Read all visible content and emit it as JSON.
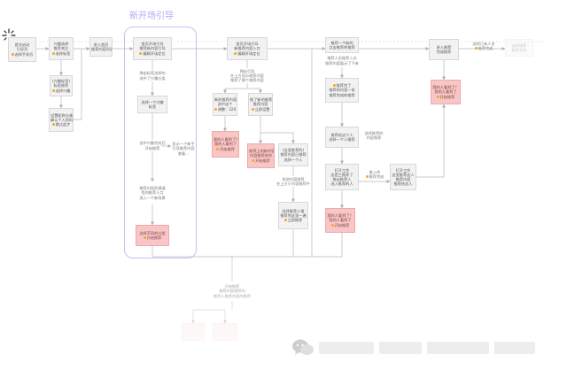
{
  "title": "新开场引导",
  "colors": {
    "accent": "#b9a4f4",
    "highlight": "#f8c6c6",
    "dot": "#f5a623",
    "line": "#b9b9b9",
    "box": "#f2f2f2"
  },
  "nodes": {
    "n1": {
      "lines": [
        "首次启动",
        "引导页"
      ],
      "action": "选择手机号"
    },
    "n2": {
      "lines": [
        "兴趣选择",
        "推荐关注"
      ],
      "action": "选择标签"
    },
    "n2b": {
      "lines": [
        "(兴趣标签)",
        "标签推荐"
      ],
      "action": "选择兴趣"
    },
    "n2c": {
      "lines": [
        "设置昵称头像",
        "确认个人资料"
      ],
      "action": "跳过此步"
    },
    "n3": {
      "lines": [
        "进入首页",
        "推荐内容列表"
      ]
    },
    "n4": {
      "lines": [
        "首页开场引导",
        "推荐新内容引导"
      ],
      "action": "编辑开场定位"
    },
    "t1": {
      "lines": [
        "弹出标签选择的",
        "选中了兴趣分类"
      ]
    },
    "n5": {
      "lines": [
        "选择一个兴趣",
        "标签"
      ]
    },
    "t2": {
      "lines": [
        "选中兴趣完成后",
        "开始推荐"
      ]
    },
    "t3": {
      "lines": [
        "显示一个新手",
        "引导推荐内容",
        "查看..."
      ]
    },
    "n6": {
      "lines": [
        "推荐内容的通道",
        "找到推荐入口",
        "进入一个新场景"
      ]
    },
    "n7": {
      "lines": [
        "选择不同的分类"
      ],
      "action": "开始推荐"
    },
    "e1": {
      "lines": [
        "首页开场引导",
        "新推荐内容入口"
      ],
      "action": "编辑开场定位"
    },
    "t4": {
      "lines": [
        "弹出引导",
        "在上方显示推荐内容",
        "推荐了哪个推荐内容"
      ]
    },
    "n8": {
      "lines": [
        "新的推荐内容",
        "选中这个"
      ],
      "action": "调整：320"
    },
    "n9": {
      "lines": [
        "推了新的推荐",
        "推荐内容"
      ],
      "action": "立即设置"
    },
    "n10": {
      "lines": [
        "我的人看到了？",
        "我的人看到了"
      ],
      "action": "开始推荐"
    },
    "n11": {
      "lines": [
        "推荐上的新内容",
        "内容推荐给你"
      ],
      "action": "开始推荐"
    },
    "n12": {
      "lines": [
        "(这里推荐的)",
        "推荐内容已推荐",
        "选择一个人"
      ]
    },
    "t5": {
      "lines": [
        "其他内容推荐",
        "在上方小内容推荐中"
      ]
    },
    "n13": {
      "lines": [
        "选择推荐人推",
        "推荐到这里一遍"
      ],
      "action": "立即推荐"
    },
    "f1": {
      "lines": [
        "推荐一个新的",
        "点击推荐的推荐"
      ]
    },
    "t6": {
      "lines": [
        "推荐人员推荐入口",
        "推荐内容展示了下来"
      ]
    },
    "n14": {
      "lines": [
        "推荐的内容一条",
        "推荐完成的推荐"
      ],
      "action": "推荐完了",
      "action_first": true
    },
    "n15": {
      "lines": [
        "推荐给这个人",
        "选择一个人推荐"
      ]
    },
    "t7": {
      "lines": [
        "选择推荐的",
        "内容推荐"
      ]
    },
    "n16": {
      "lines": [
        "打开工作",
        "这是三推荐了",
        "推出推荐人",
        "选入推荐的人"
      ]
    },
    "t8": {
      "lines": [
        "推入的"
      ],
      "action": "推荐完成"
    },
    "n17": {
      "lines": [
        "打开工作",
        "这里推荐这人",
        "推荐内容",
        "推荐给这人"
      ]
    },
    "n18": {
      "lines": [
        "我的人看到了？",
        "我的人看到了"
      ],
      "action": "开始推荐"
    },
    "h1": {
      "lines": [
        "进入推荐",
        "完成推荐"
      ]
    },
    "t9": {
      "lines": [
        "选择已有人合"
      ],
      "action": "推荐完成"
    },
    "n19": {
      "lines": [
        "选择推荐",
        "推荐完成"
      ]
    },
    "n20": {
      "lines": [
        "我的人看到了？",
        "我的人看到了"
      ],
      "action": "开始推荐"
    },
    "t10": {
      "lines": [
        "开始推荐",
        "推荐内容推荐的",
        "推荐入推荐内容的推荐"
      ]
    }
  }
}
